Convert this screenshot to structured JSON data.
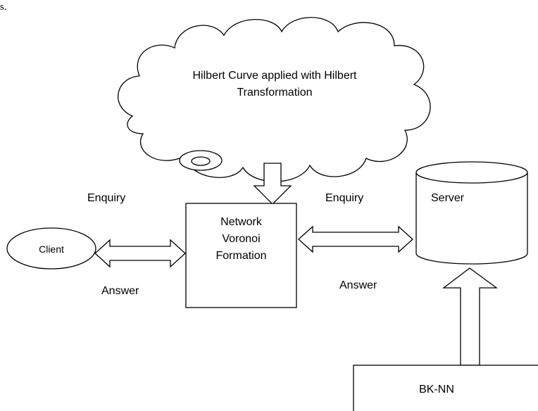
{
  "stray_text": "s.",
  "cloud": {
    "line1": "Hilbert Curve applied with Hilbert",
    "line2": "Transformation"
  },
  "network_box": {
    "line1": "Network",
    "line2": "Voronoi",
    "line3": "Formation"
  },
  "client": {
    "label": "Client"
  },
  "server": {
    "label": "Server"
  },
  "bknn": {
    "label": "BK-NN"
  },
  "edges": {
    "client_enquiry": "Enquiry",
    "client_answer": "Answer",
    "server_enquiry": "Enquiry",
    "server_answer": "Answer"
  }
}
